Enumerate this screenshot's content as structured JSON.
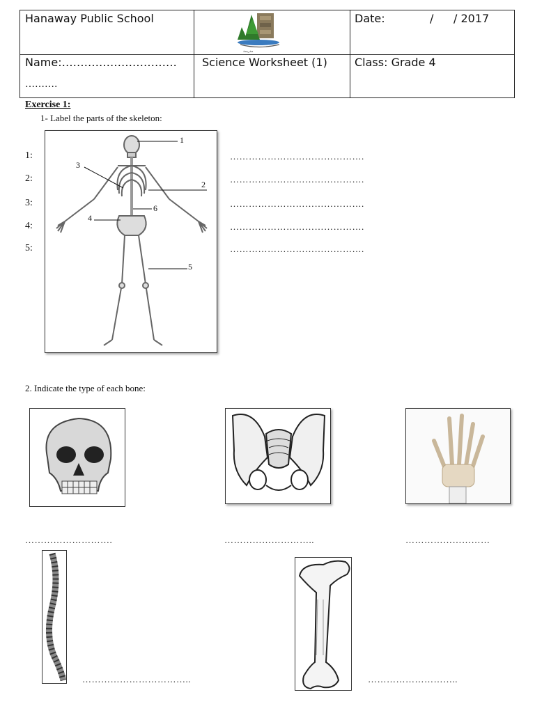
{
  "header": {
    "school": "Hanaway Public School",
    "date_label": "Date:",
    "date_slash1": "/",
    "date_year": "/ 2017",
    "name_label": "Name:………………………….",
    "name_dots2": "……….",
    "worksheet": "Science Worksheet (1)",
    "class_label": "Class: Grade 4"
  },
  "exercise1": {
    "title": "Exercise 1:",
    "instruction": "1-   Label the parts of the skeleton:",
    "rows": [
      {
        "label": "1:",
        "dots": "……………………………………."
      },
      {
        "label": "2:",
        "dots": "……………………………………."
      },
      {
        "label": "3:",
        "dots": "……………………………………."
      },
      {
        "label": "4:",
        "dots": "……………………………………."
      },
      {
        "label": "5:",
        "dots": "……………………………………."
      }
    ],
    "callouts": [
      "1",
      "2",
      "3",
      "4",
      "5",
      "6"
    ]
  },
  "exercise2": {
    "instruction": "2. Indicate the type of each bone:",
    "answers": [
      "……………………….",
      "………………………..",
      "………………………",
      "……………………………..",
      "……………………….."
    ],
    "images": [
      "skull",
      "pelvis",
      "hand",
      "spine",
      "femur"
    ]
  }
}
